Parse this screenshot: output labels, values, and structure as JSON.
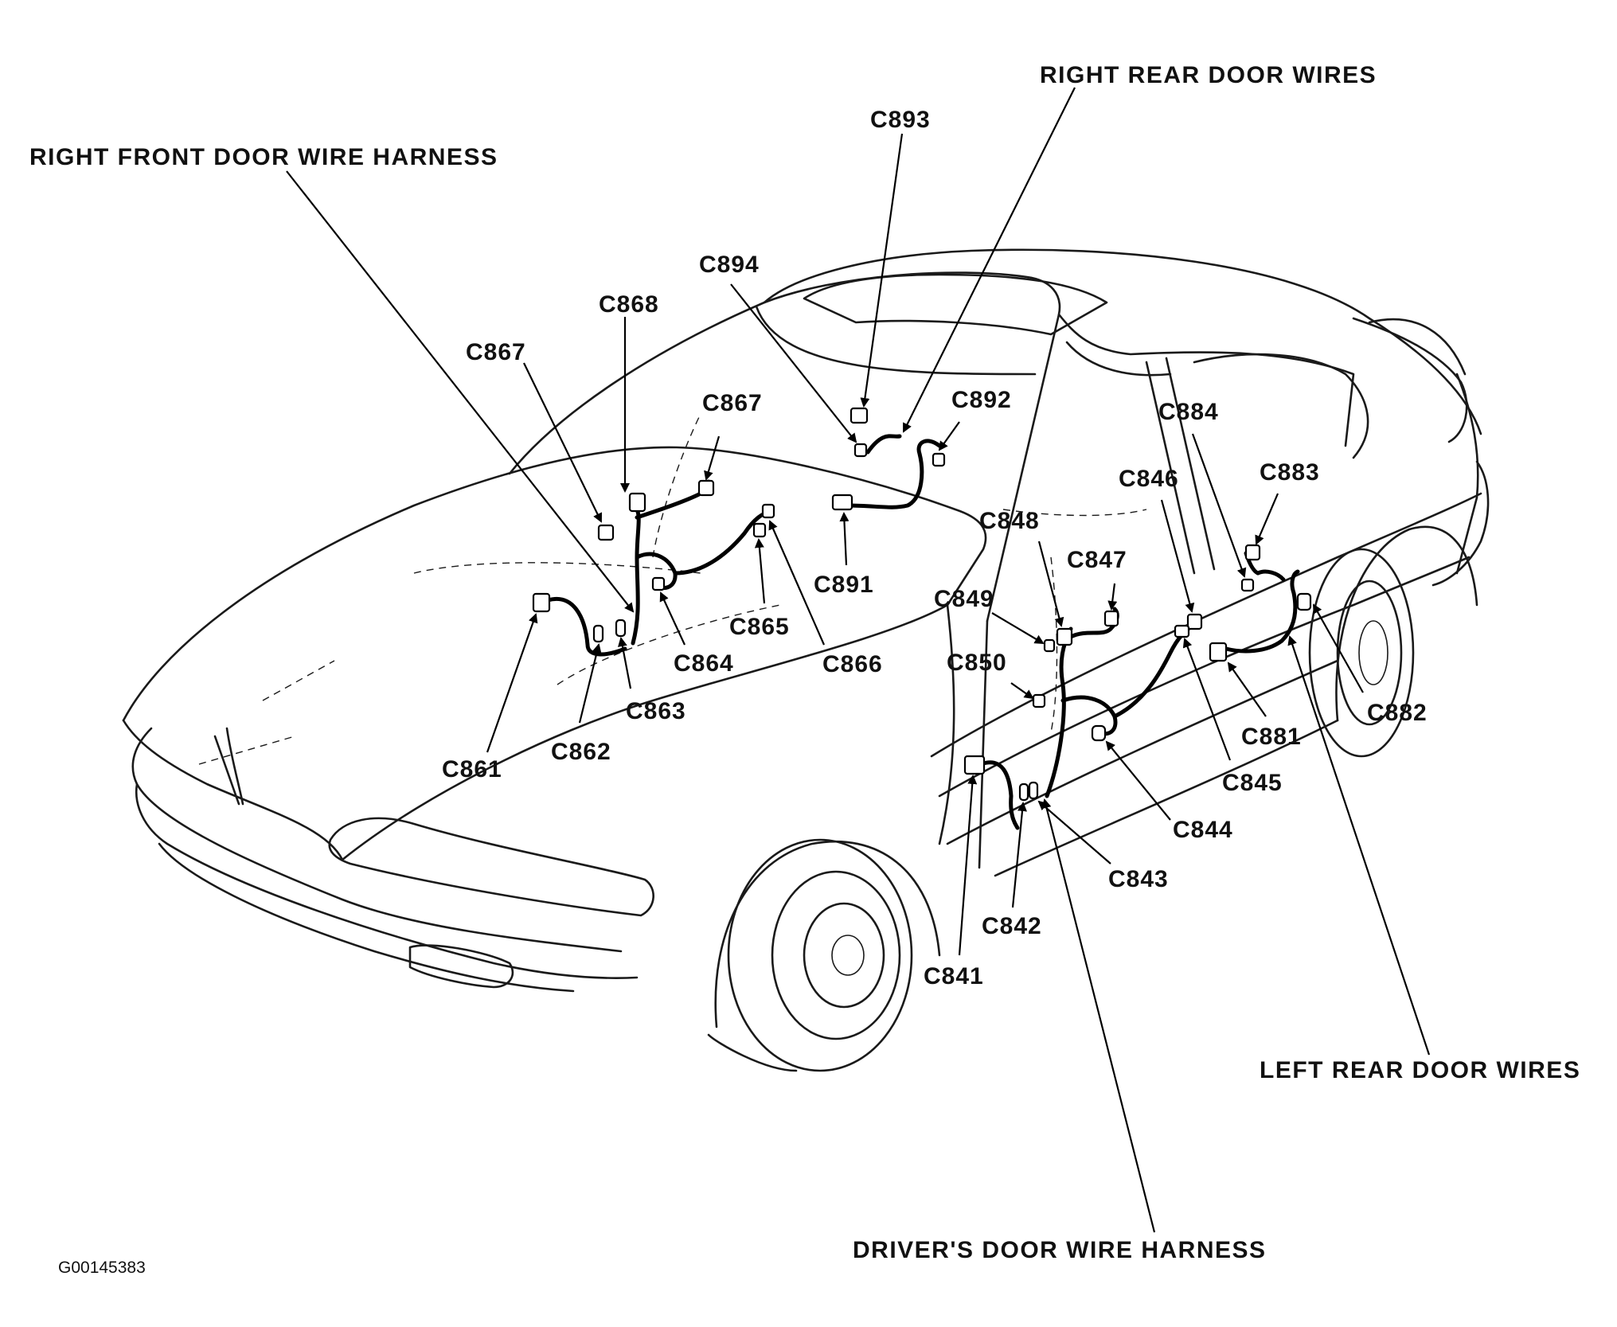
{
  "captions": {
    "right_front": "RIGHT FRONT DOOR WIRE HARNESS",
    "right_rear": "RIGHT REAR DOOR WIRES",
    "left_rear": "LEFT REAR DOOR WIRES",
    "driver": "DRIVER'S DOOR WIRE HARNESS"
  },
  "figure_id": "G00145383",
  "connectors": {
    "c893": "C893",
    "c894": "C894",
    "c892": "C892",
    "c891": "C891",
    "c868": "C868",
    "c867_a": "C867",
    "c867_b": "C867",
    "c861": "C861",
    "c862": "C862",
    "c863": "C863",
    "c864": "C864",
    "c865": "C865",
    "c866": "C866",
    "c884": "C884",
    "c846": "C846",
    "c883": "C883",
    "c848": "C848",
    "c847": "C847",
    "c849": "C849",
    "c850": "C850",
    "c882": "C882",
    "c881": "C881",
    "c845": "C845",
    "c844": "C844",
    "c843": "C843",
    "c842": "C842",
    "c841": "C841"
  }
}
